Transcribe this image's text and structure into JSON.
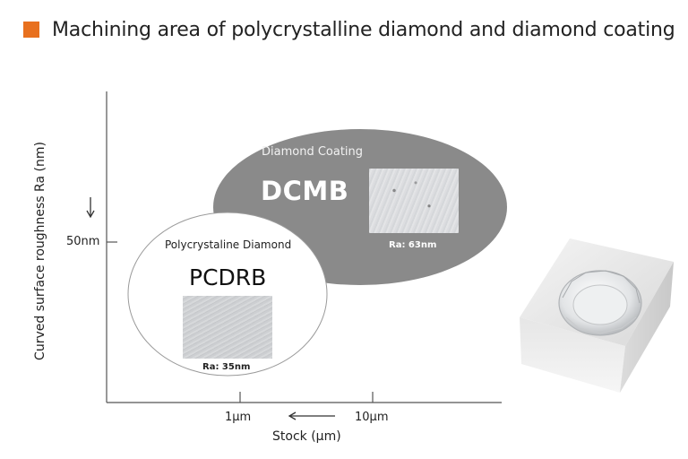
{
  "header": {
    "title": "Machining area of polycrystalline diamond and diamond coating",
    "accent_color": "#e8701e"
  },
  "axes": {
    "y_label": "Curved surface roughness Ra (nm)",
    "x_label": "Stock (μm)",
    "y_tick": "50nm",
    "x_ticks": [
      "1μm",
      "10μm"
    ]
  },
  "regions": {
    "coating": {
      "caption": "Diamond Coating",
      "code": "DCMB",
      "ra": "Ra: 63nm",
      "color": "#8a8a8a"
    },
    "pcd": {
      "caption": "Polycrystaline Diamond",
      "code": "PCDRB",
      "ra": "Ra: 35nm"
    }
  },
  "icons": {
    "down_arrow": "down-arrow-icon",
    "left_arrow": "left-arrow-icon"
  }
}
